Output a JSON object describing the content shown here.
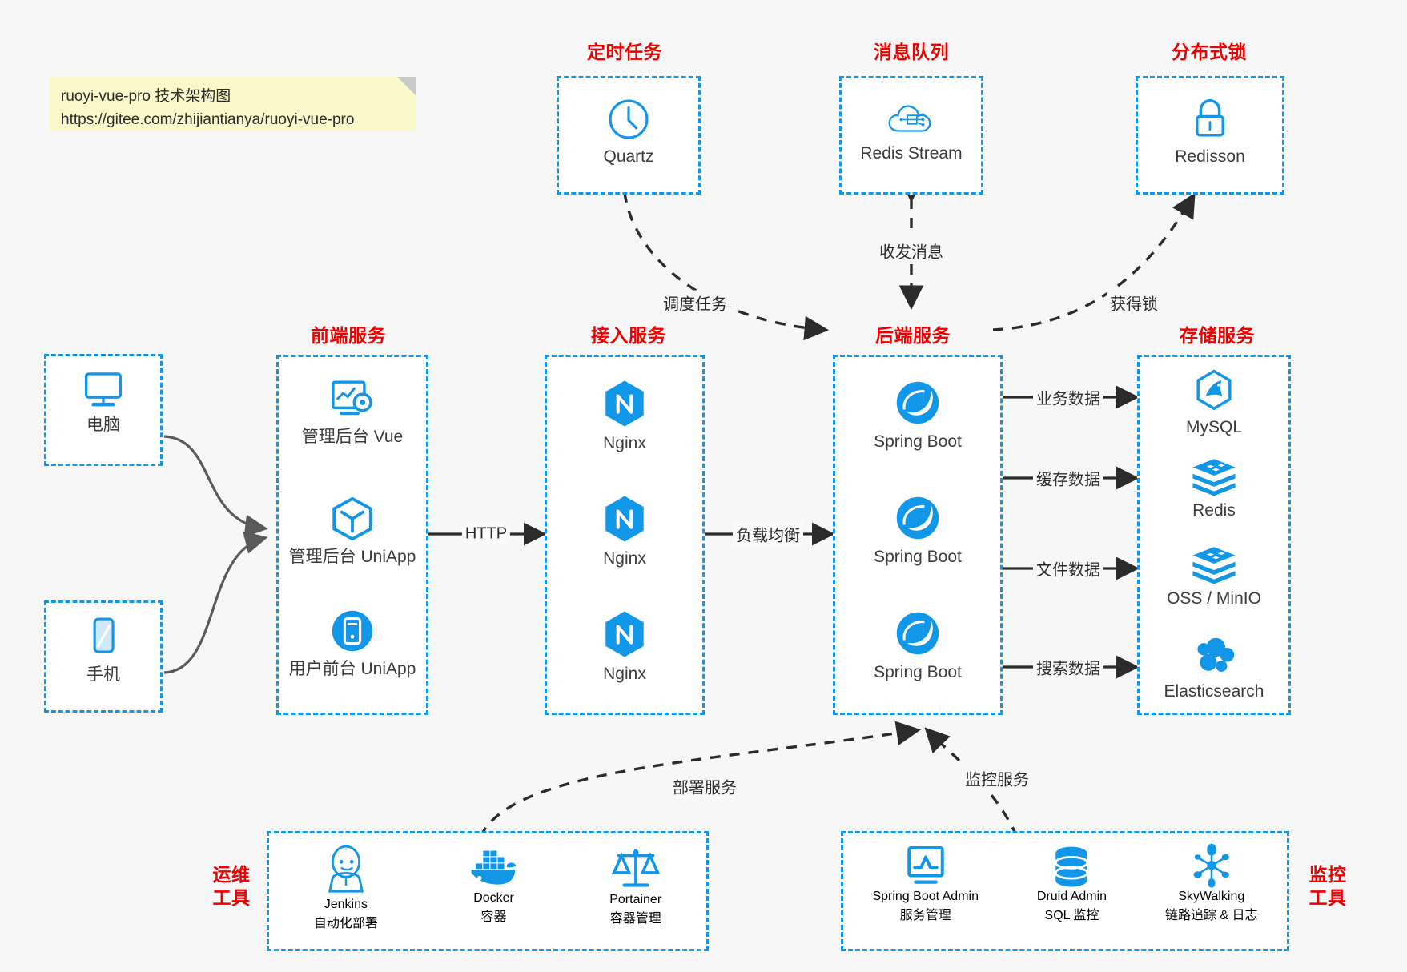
{
  "note": {
    "line1": "ruoyi-vue-pro 技术架构图",
    "line2": "https://gitee.com/zhijiantianya/ruoyi-vue-pro"
  },
  "colors": {
    "accent": "#1296e8",
    "title_red": "#ef0000",
    "text": "#3b3b3b",
    "background": "#f7f7f7",
    "note_bg": "#fbf8cc",
    "edge": "#2b2b2b",
    "solid_edge": "#555555"
  },
  "groups": {
    "scheduled_task": {
      "title": "定时任务",
      "nodes": [
        {
          "label": "Quartz",
          "icon": "clock-icon"
        }
      ]
    },
    "message_queue": {
      "title": "消息队列",
      "nodes": [
        {
          "label": "Redis Stream",
          "icon": "cloud-stream-icon"
        }
      ]
    },
    "distributed_lock": {
      "title": "分布式锁",
      "nodes": [
        {
          "label": "Redisson",
          "icon": "lock-icon"
        }
      ]
    },
    "clients": {
      "nodes": [
        {
          "label": "电脑",
          "icon": "desktop-icon"
        },
        {
          "label": "手机",
          "icon": "mobile-icon"
        }
      ]
    },
    "frontend": {
      "title": "前端服务",
      "nodes": [
        {
          "label": "管理后台 Vue",
          "icon": "dashboard-icon"
        },
        {
          "label": "管理后台 UniApp",
          "icon": "cube-icon"
        },
        {
          "label": "用户前台 UniApp",
          "icon": "app-icon"
        }
      ]
    },
    "gateway": {
      "title": "接入服务",
      "nodes": [
        {
          "label": "Nginx",
          "icon": "nginx-icon"
        },
        {
          "label": "Nginx",
          "icon": "nginx-icon"
        },
        {
          "label": "Nginx",
          "icon": "nginx-icon"
        }
      ]
    },
    "backend": {
      "title": "后端服务",
      "nodes": [
        {
          "label": "Spring Boot",
          "icon": "spring-boot-icon"
        },
        {
          "label": "Spring Boot",
          "icon": "spring-boot-icon"
        },
        {
          "label": "Spring Boot",
          "icon": "spring-boot-icon"
        }
      ]
    },
    "storage": {
      "title": "存储服务",
      "nodes": [
        {
          "label": "MySQL",
          "icon": "mysql-icon"
        },
        {
          "label": "Redis",
          "icon": "redis-icon"
        },
        {
          "label": "OSS / MinIO",
          "icon": "oss-icon"
        },
        {
          "label": "Elasticsearch",
          "icon": "elasticsearch-icon"
        }
      ]
    },
    "devops": {
      "title_line1": "运维",
      "title_line2": "工具",
      "nodes": [
        {
          "label": "Jenkins",
          "sub": "自动化部署",
          "icon": "jenkins-icon"
        },
        {
          "label": "Docker",
          "sub": "容器",
          "icon": "docker-icon"
        },
        {
          "label": "Portainer",
          "sub": "容器管理",
          "icon": "scales-icon"
        }
      ]
    },
    "monitoring": {
      "title_line1": "监控",
      "title_line2": "工具",
      "nodes": [
        {
          "label": "Spring Boot Admin",
          "sub": "服务管理",
          "icon": "monitor-chart-icon"
        },
        {
          "label": "Druid Admin",
          "sub": "SQL 监控",
          "icon": "database-icon"
        },
        {
          "label": "SkyWalking",
          "sub": "链路追踪 & 日志",
          "icon": "skywalking-icon"
        }
      ]
    }
  },
  "edges": [
    {
      "id": "http",
      "label": "HTTP"
    },
    {
      "id": "load-balance",
      "label": "负载均衡"
    },
    {
      "id": "schedule-task",
      "label": "调度任务"
    },
    {
      "id": "send-receive-message",
      "label": "收发消息"
    },
    {
      "id": "acquire-lock",
      "label": "获得锁"
    },
    {
      "id": "business-data",
      "label": "业务数据"
    },
    {
      "id": "cache-data",
      "label": "缓存数据"
    },
    {
      "id": "file-data",
      "label": "文件数据"
    },
    {
      "id": "search-data",
      "label": "搜索数据"
    },
    {
      "id": "deploy-service",
      "label": "部署服务"
    },
    {
      "id": "monitor-service",
      "label": "监控服务"
    }
  ]
}
